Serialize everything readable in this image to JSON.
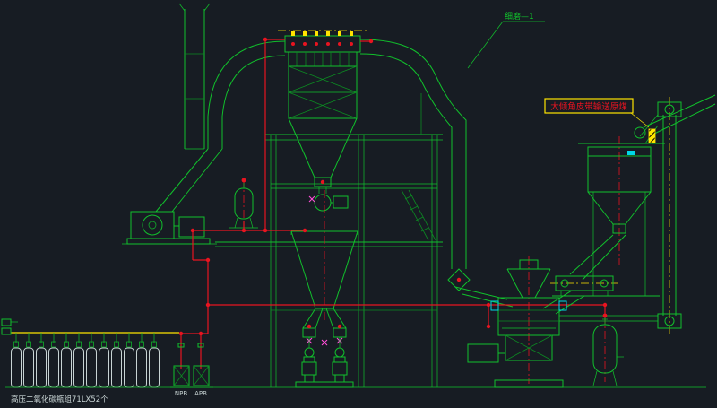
{
  "palette": {
    "bg": "#171c23",
    "green": "#11c02c",
    "greenDim": "#0c8a22",
    "red": "#e81420",
    "yellow": "#ffe400",
    "white": "#c8d4d4",
    "cyan": "#00d8e8",
    "magenta": "#ff4fd8"
  },
  "labels": {
    "area_tag": "细磨—1",
    "conveyor_note": "大倾角皮带输送原煤",
    "skid_left": "NPB",
    "skid_right": "APB"
  },
  "co2_rack": {
    "visible_count": 12,
    "caption": "高压二氧化碳瓶组71LX52个"
  }
}
